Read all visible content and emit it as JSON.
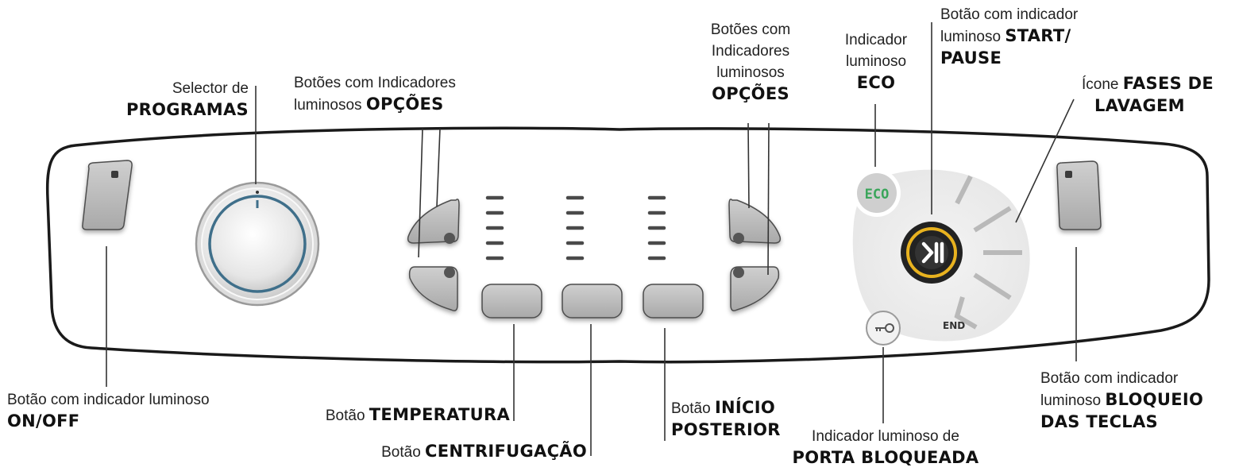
{
  "colors": {
    "panel_outline": "#1a1a1a",
    "button_fill": "#b9b9b9",
    "eco_green": "#3aa55a",
    "start_ring": "#e8b21f",
    "leader_line": "#333333"
  },
  "display": {
    "eco_badge": "ECO",
    "end_text": "END"
  },
  "labels": {
    "selector": {
      "line1": "Selector de",
      "bold": "PROGRAMAS"
    },
    "opcoes_left": {
      "line1": "Botões com Indicadores",
      "line2": "luminosos ",
      "bold": "OPÇÕES"
    },
    "opcoes_right": {
      "line1": "Botões com",
      "line2": "Indicadores",
      "line3": "luminosos",
      "bold": "OPÇÕES"
    },
    "eco": {
      "line1": "Indicador",
      "line2": "luminoso",
      "bold": "ECO"
    },
    "start": {
      "line1": "Botão com indicador",
      "line2": "luminoso",
      "bold1": "START/",
      "bold2": "PAUSE"
    },
    "fases": {
      "prefix": "Ícone ",
      "bold1": "FASES DE",
      "bold2": "LAVAGEM"
    },
    "onoff": {
      "line1": "Botão com indicador luminoso",
      "bold": "ON/OFF"
    },
    "temperatura": {
      "prefix": "Botão ",
      "bold": "TEMPERATURA"
    },
    "centrifugacao": {
      "prefix": "Botão ",
      "bold": "CENTRIFUGAÇÃO"
    },
    "inicio": {
      "prefix": "Botão ",
      "bold1": "INÍCIO",
      "bold2": "POSTERIOR"
    },
    "porta": {
      "line1": "Indicador luminoso de",
      "bold": "PORTA BLOQUEADA"
    },
    "bloqueio": {
      "line1": "Botão com indicador",
      "line2": "luminoso ",
      "bold1": "BLOQUEIO",
      "bold2": "DAS TECLAS"
    }
  }
}
